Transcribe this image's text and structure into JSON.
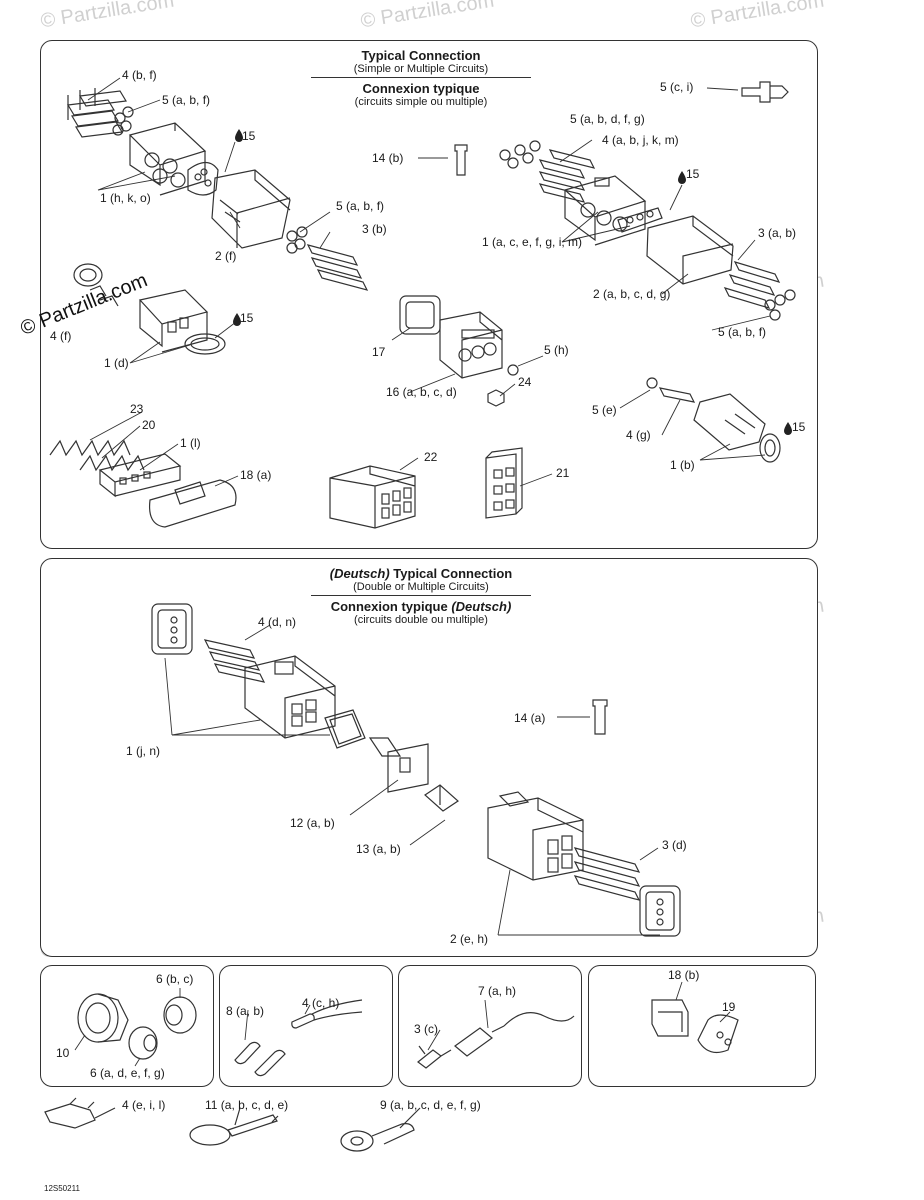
{
  "watermark": "© Partzilla.com",
  "credit": "© Partzilla.com",
  "figure_code": "12S50211",
  "panel1": {
    "title_en": "Typical Connection",
    "subtitle_en": "(Simple or Multiple Circuits)",
    "title_fr": "Connexion typique",
    "subtitle_fr": "(circuits simple ou multiple)",
    "callouts": [
      "4 (b, f)",
      "5 (a, b, f)",
      "15",
      "1 (h, k, o)",
      "2 (f)",
      "5 (a, b, f)",
      "3 (b)",
      "14 (b)",
      "5 (c, i)",
      "5 (a, b, d, f, g)",
      "4 (a, b, j, k, m)",
      "15",
      "1 (a, c, e, f, g, i, m)",
      "3 (a, b)",
      "2 (a, b, c, d, g)",
      "5 (a, b, f)",
      "4 (f)",
      "15",
      "1 (d)",
      "17",
      "16 (a, b, c, d)",
      "5 (h)",
      "24",
      "5 (e)",
      "4 (g)",
      "15",
      "1 (b)",
      "23",
      "20",
      "1 (l)",
      "18 (a)",
      "22",
      "21"
    ]
  },
  "panel2": {
    "title_em": "(Deutsch)",
    "title_en": " Typical Connection",
    "subtitle_en": "(Double or Multiple Circuits)",
    "title_fr": "Connexion typique ",
    "title_fr_em": "(Deutsch)",
    "subtitle_fr": "(circuits double ou multiple)",
    "callouts": [
      "4 (d, n)",
      "1 (j, n)",
      "14 (a)",
      "12 (a, b)",
      "13 (a, b)",
      "3 (d)",
      "2 (e, h)"
    ]
  },
  "panel3": {
    "callouts": [
      "6 (b, c)",
      "10",
      "6 (a, d, e, f, g)"
    ]
  },
  "panel4": {
    "callouts": [
      "4 (c, h)",
      "8 (a, b)"
    ]
  },
  "panel5": {
    "callouts": [
      "7 (a, h)",
      "3 (c)"
    ]
  },
  "panel6": {
    "callouts": [
      "18 (b)",
      "19"
    ]
  },
  "loose": {
    "callouts": [
      "4 (e, i, l)",
      "11 (a, b, c, d, e)",
      "9 (a, b, c, d, e, f, g)"
    ]
  }
}
